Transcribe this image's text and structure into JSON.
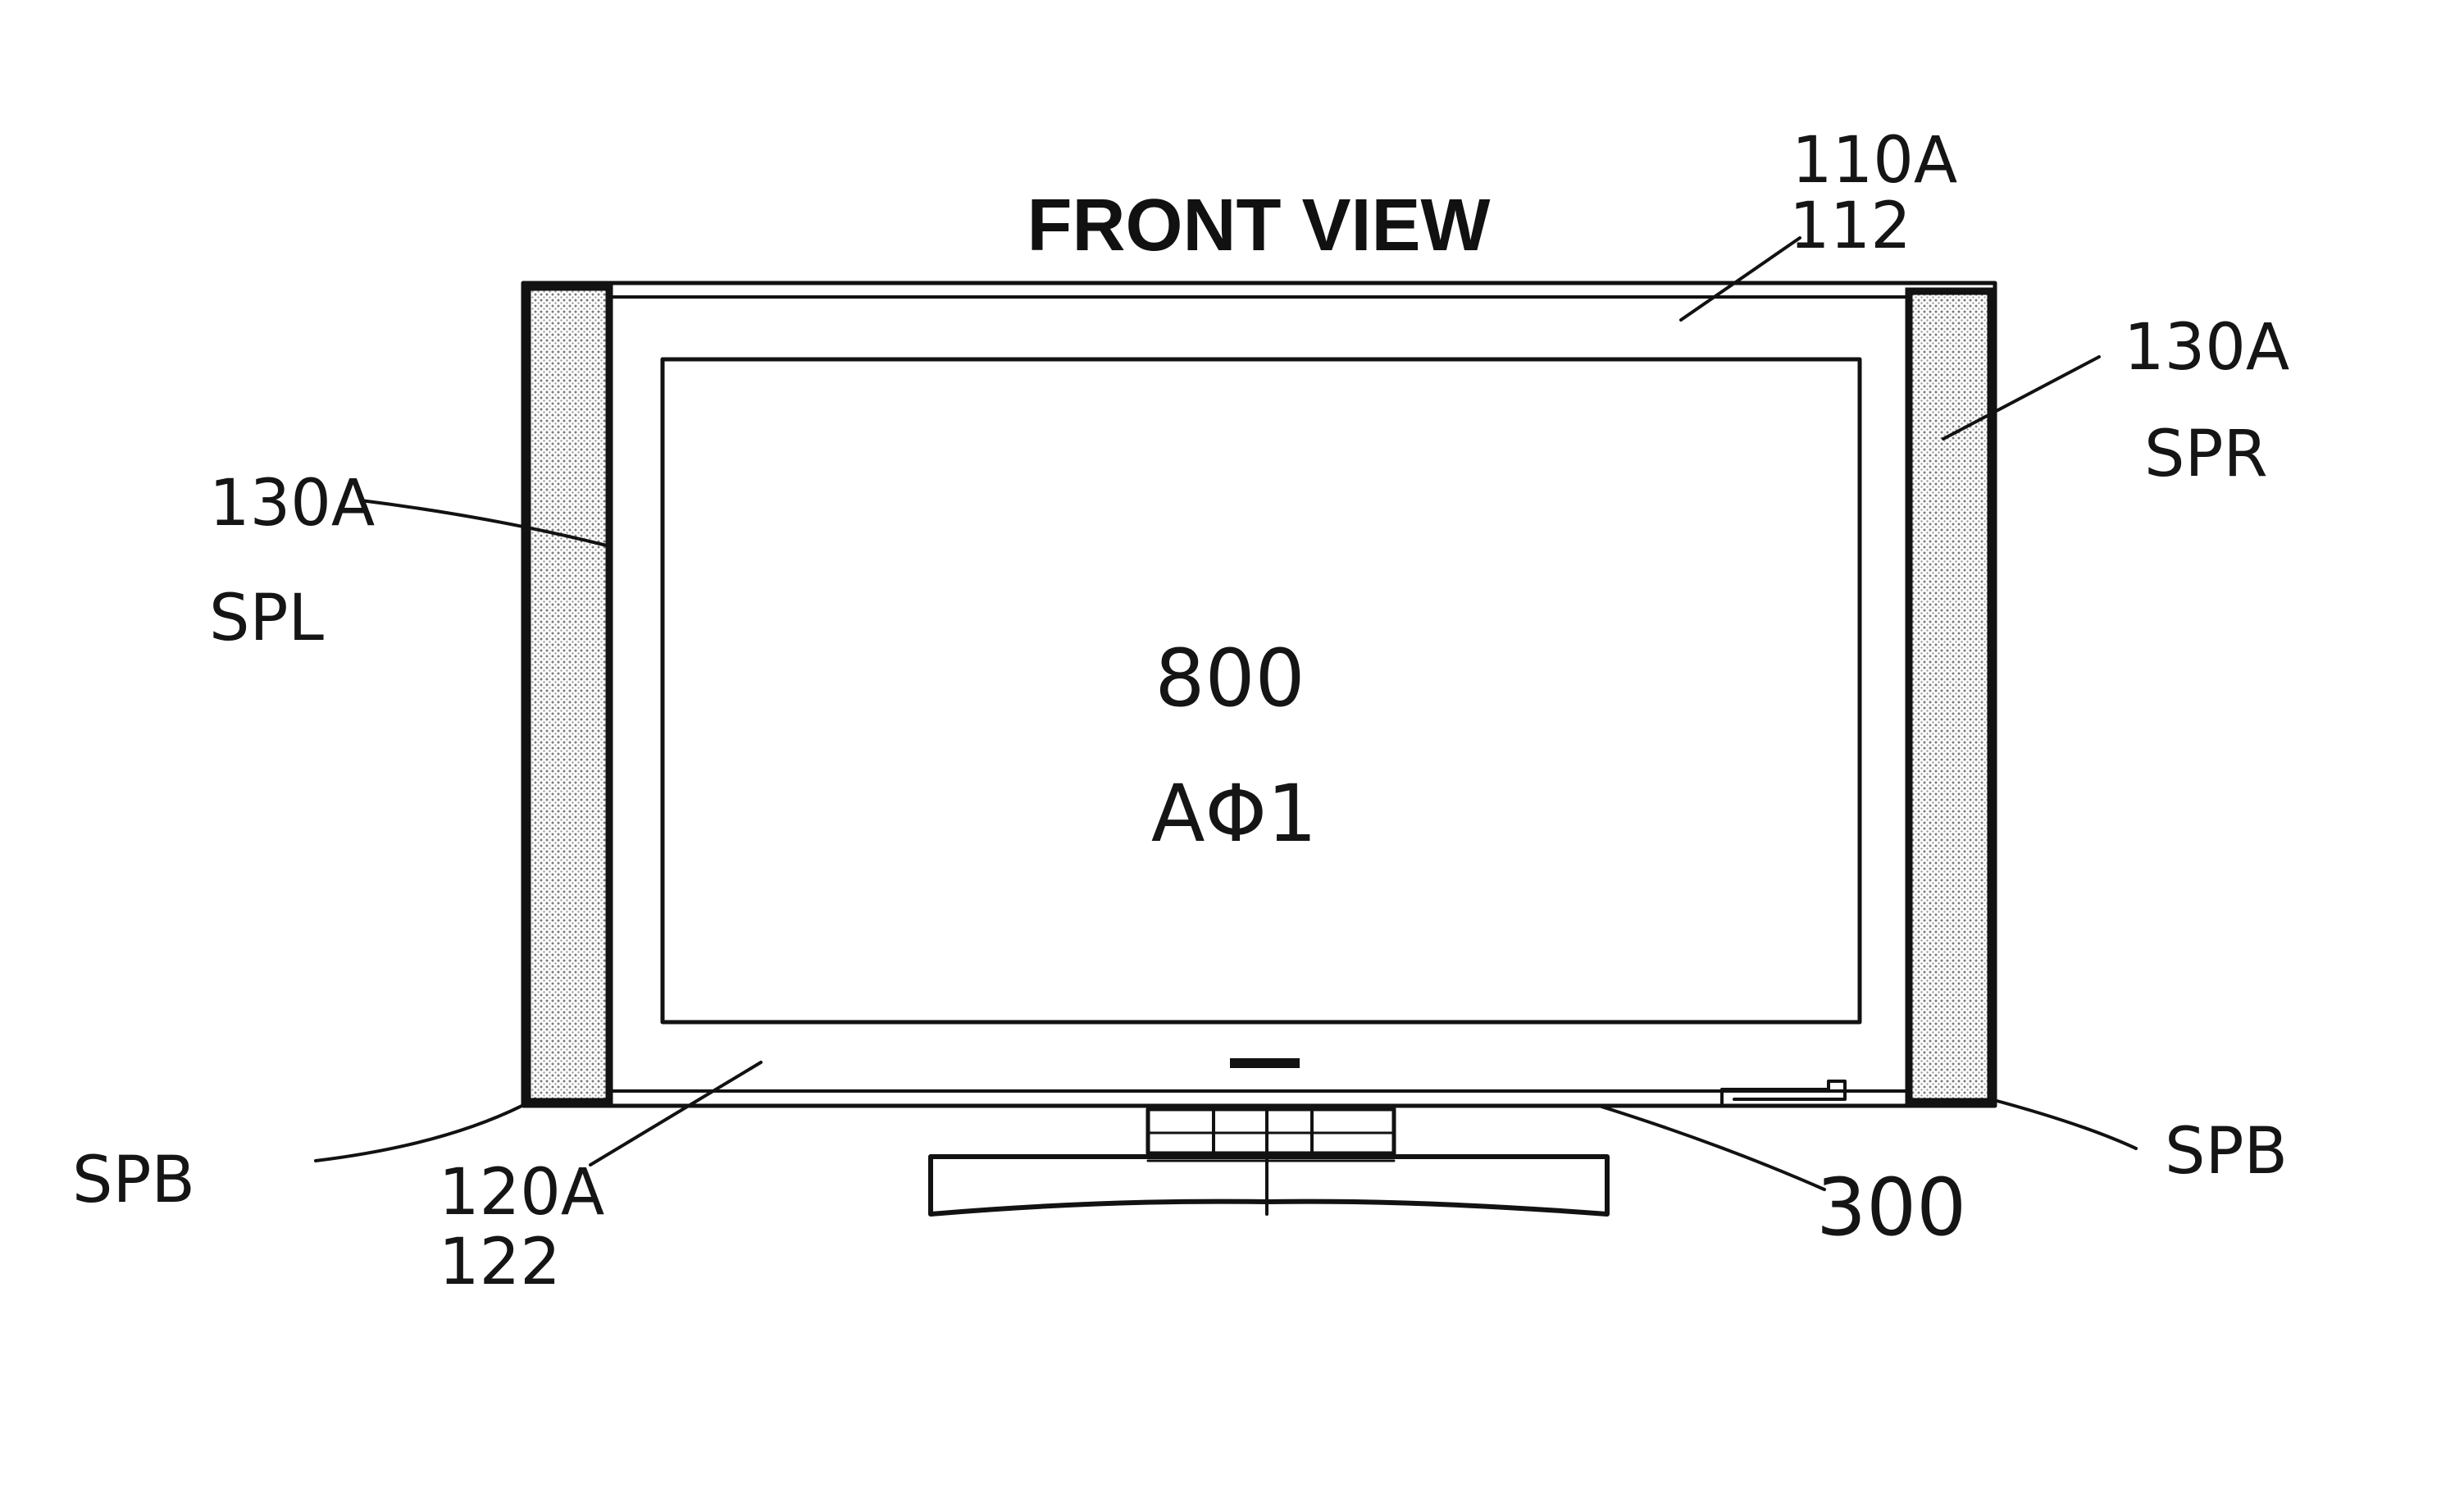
{
  "title": "FRONT VIEW",
  "screen": {
    "line1": "800",
    "line2": "AΦ1"
  },
  "labels": {
    "top_ref_a": "110A",
    "top_ref_b": "112",
    "right_speaker_a": "130A",
    "right_speaker_b": "SPR",
    "left_speaker_a": "130A",
    "left_speaker_b": "SPL",
    "bottom_left_spb": "SPB",
    "bezel_ref_a": "120A",
    "bezel_ref_b": "122",
    "control_ref": "300",
    "bottom_right_spb": "SPB"
  },
  "colors": {
    "ink": "#121212",
    "speaker_fill": "#d8d8d8",
    "background": "#ffffff"
  }
}
